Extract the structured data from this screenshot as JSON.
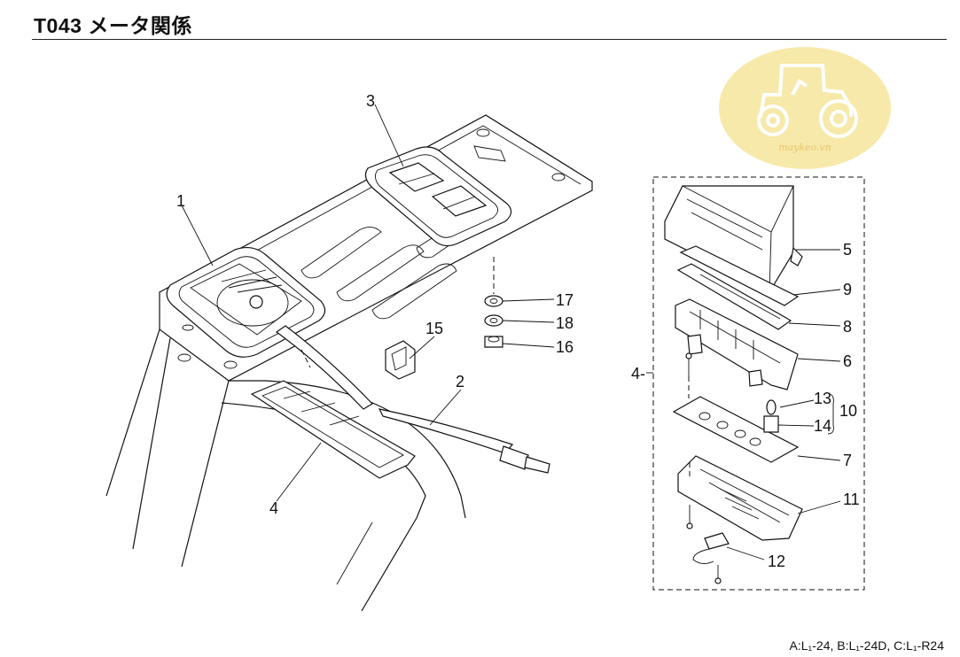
{
  "header": {
    "title": "T043  メータ関係"
  },
  "footer": {
    "models": "A:L₁-24, B:L₁-24D, C:L₁-R24"
  },
  "watermark": {
    "text": "maykeo.vn",
    "color": "#f7e9a9"
  },
  "callouts": {
    "c1": "1",
    "c2": "2",
    "c3": "3",
    "c4": "4",
    "c4b": "4-",
    "c5": "5",
    "c6": "6",
    "c7": "7",
    "c8": "8",
    "c9": "9",
    "c10": "10",
    "c11": "11",
    "c12": "12",
    "c13": "13",
    "c14": "14",
    "c15": "15",
    "c16": "16",
    "c17": "17",
    "c18": "18"
  }
}
